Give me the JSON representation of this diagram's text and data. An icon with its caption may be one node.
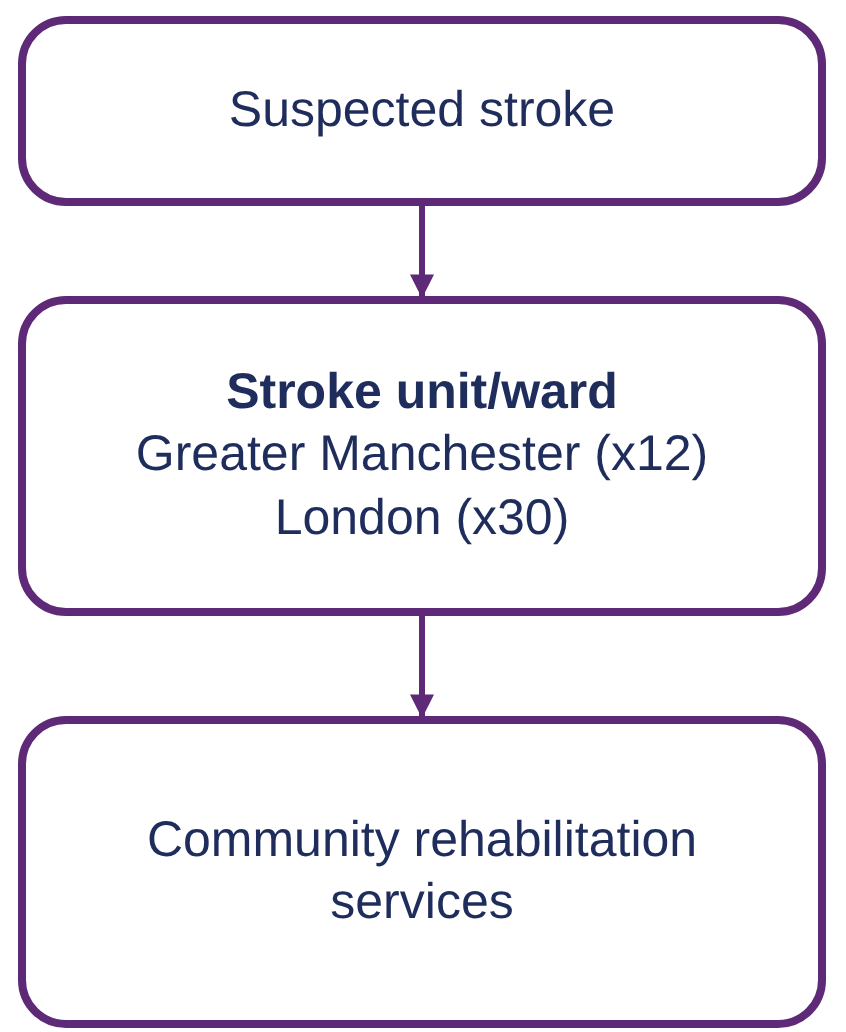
{
  "diagram": {
    "nodes": [
      {
        "text": [
          "Suspected stroke"
        ]
      },
      {
        "text": [
          "Stroke unit/ward",
          "Greater Manchester (x12)",
          "London (x30)"
        ]
      },
      {
        "text": [
          "Community rehabilitation services"
        ]
      }
    ],
    "edges": [
      {
        "from": 0,
        "to": 1,
        "arrow": "to"
      },
      {
        "from": 1,
        "to": 2,
        "arrow": "to"
      }
    ]
  }
}
